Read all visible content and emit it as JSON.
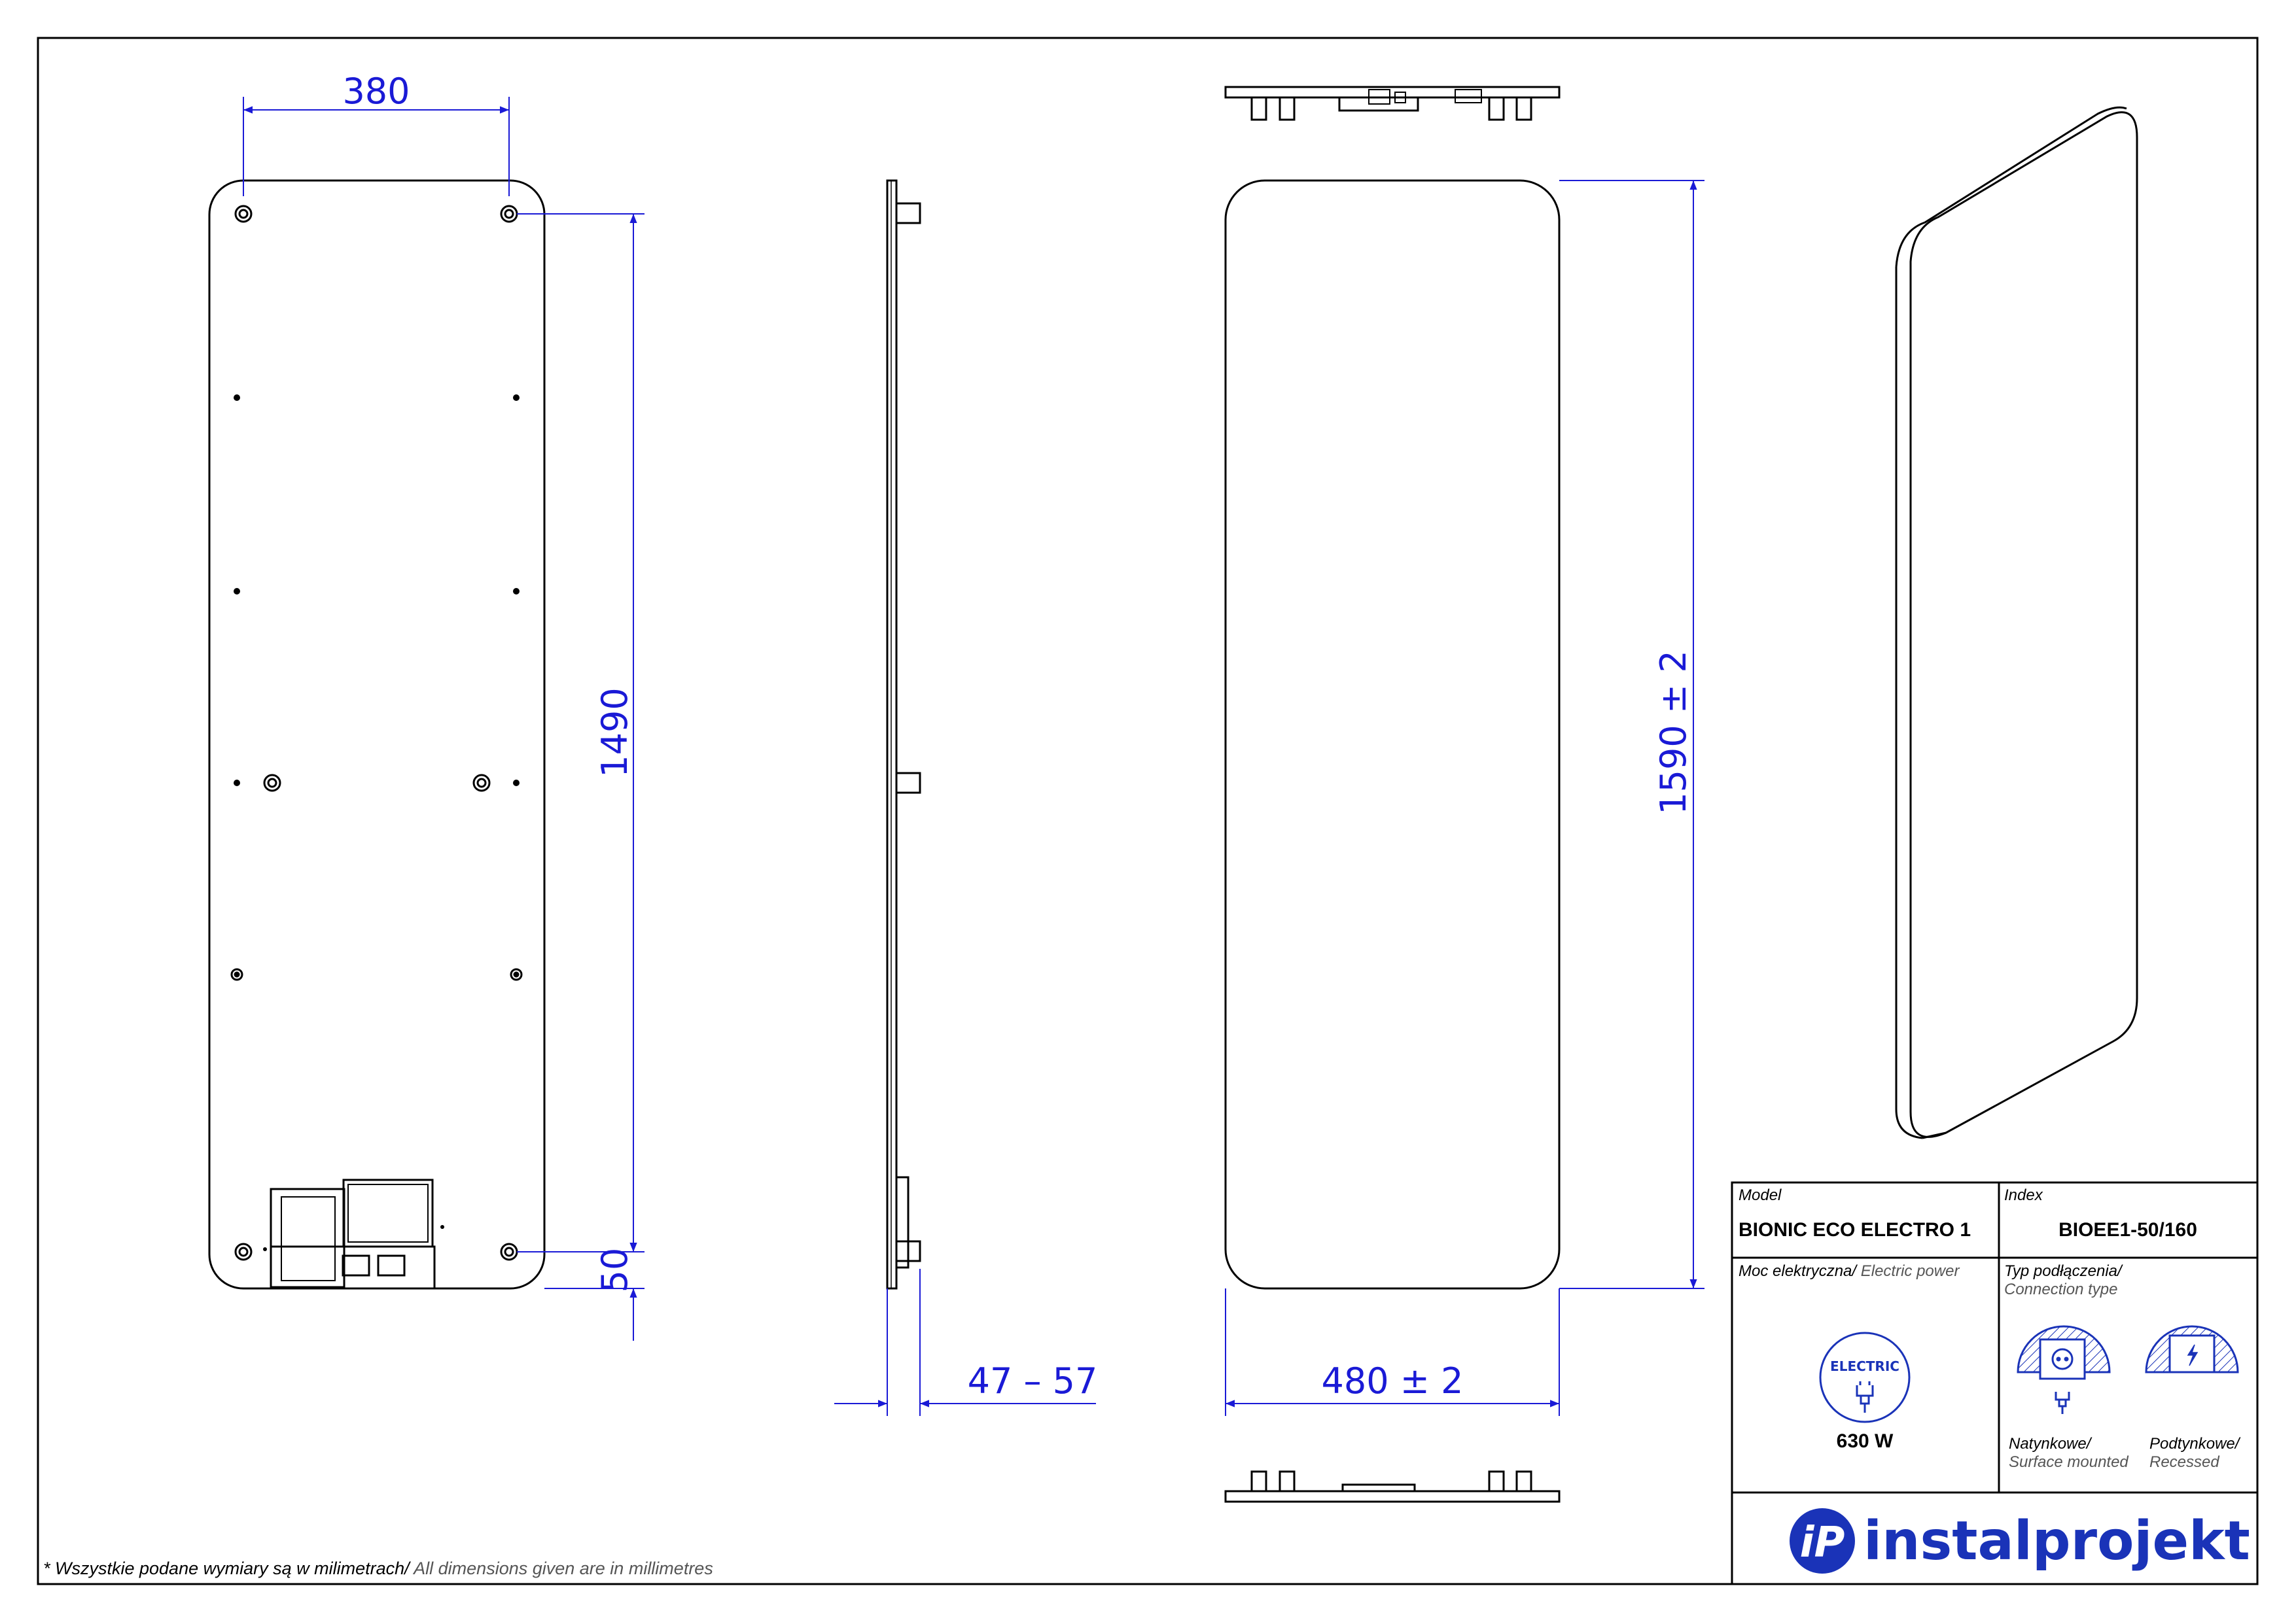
{
  "dimensions": {
    "mount_spacing_width": "380",
    "mount_spacing_height": "1490",
    "bottom_offset": "50",
    "depth": "47 – 57",
    "width": "480  ± 2",
    "height": "1590  ± 2"
  },
  "title_block": {
    "model_label": "Model",
    "model_value": "BIONIC ECO ELECTRO 1",
    "index_label": "Index",
    "index_value": "BIOEE1-50/160",
    "power_label_pl": "Moc elektryczna/",
    "power_label_en": " Electric power",
    "power_badge": "ELECTRIC",
    "power_value": "630 W",
    "connection_label_pl": "Typ podłączenia/",
    "connection_label_en": "Connection type",
    "surface_pl": "Natynkowe/",
    "surface_en": "Surface mounted",
    "recessed_pl": "Podtynkowe/",
    "recessed_en": "Recessed"
  },
  "brand": {
    "name": "instalprojekt",
    "logo_letters": "iP"
  },
  "footnote": {
    "pl": "* Wszystkie podane wymiary są w milimetrach/",
    "en": " All dimensions given are in millimetres"
  },
  "colors": {
    "dimension_lines": "#1a1ad6",
    "brand_blue": "#1a33b8",
    "outline": "#000000"
  }
}
